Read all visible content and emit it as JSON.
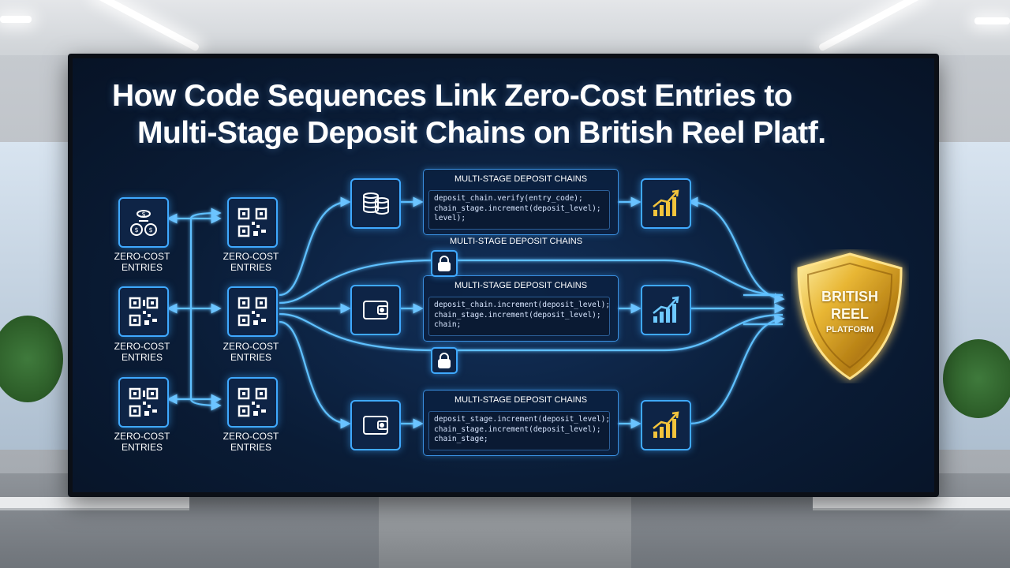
{
  "title": {
    "line1": "How Code Sequences Link Zero-Cost Entries to",
    "line2": "Multi-Stage Deposit Chains on British Reel Platf."
  },
  "entry_label": "ZERO-COST ENTRIES",
  "entry_label_line1": "ZERO-COST",
  "entry_label_line2": "ENTRIES",
  "chains": [
    {
      "title": "MULTI-STAGE DEPOSIT CHAINS",
      "code": "deposit_chain.verify(entry_code);\nchain_stage.increment(deposit_level);\nlevel);"
    },
    {
      "title": "MULTI-STAGE DEPOSIT CHAINS",
      "code": "deposit_chain.increment(deposit_level);\nchain_stage.increment(deposit_level);\nchain;"
    },
    {
      "title": "MULTI-STAGE DEPOSIT CHAINS",
      "code": "deposit_stage.increment(deposit_level);\nchain_stage.increment(deposit_level);\nchain_stage;"
    }
  ],
  "middle_label": "MULTI-STAGE DEPOSIT CHAINS",
  "shield": {
    "line1": "BRITISH",
    "line2": "REEL",
    "line3": "PLATFORM"
  },
  "colors": {
    "accent": "#3fa9ff",
    "gold": "#d9a521",
    "screen": "#0a1c36"
  },
  "icons": {
    "entry_top_left": "money-bag-icon",
    "entry_qr": "qr-code-icon",
    "coin_stack": "coin-stack-icon",
    "wallet": "wallet-icon",
    "growth_chart": "growth-chart-icon",
    "lock": "lock-icon",
    "shield": "shield-icon"
  }
}
